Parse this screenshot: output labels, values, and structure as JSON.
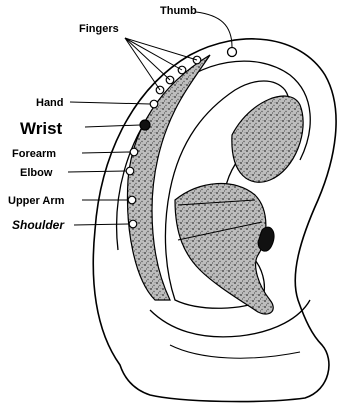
{
  "labels": {
    "thumb": "Thumb",
    "fingers": "Fingers",
    "hand": "Hand",
    "wrist": "Wrist",
    "forearm": "Forearm",
    "elbow": "Elbow",
    "upper_arm": "Upper Arm",
    "shoulder": "Shoulder"
  },
  "colors": {
    "ink": "#000000",
    "stipple": "#8a8a8a",
    "background": "#ffffff"
  }
}
